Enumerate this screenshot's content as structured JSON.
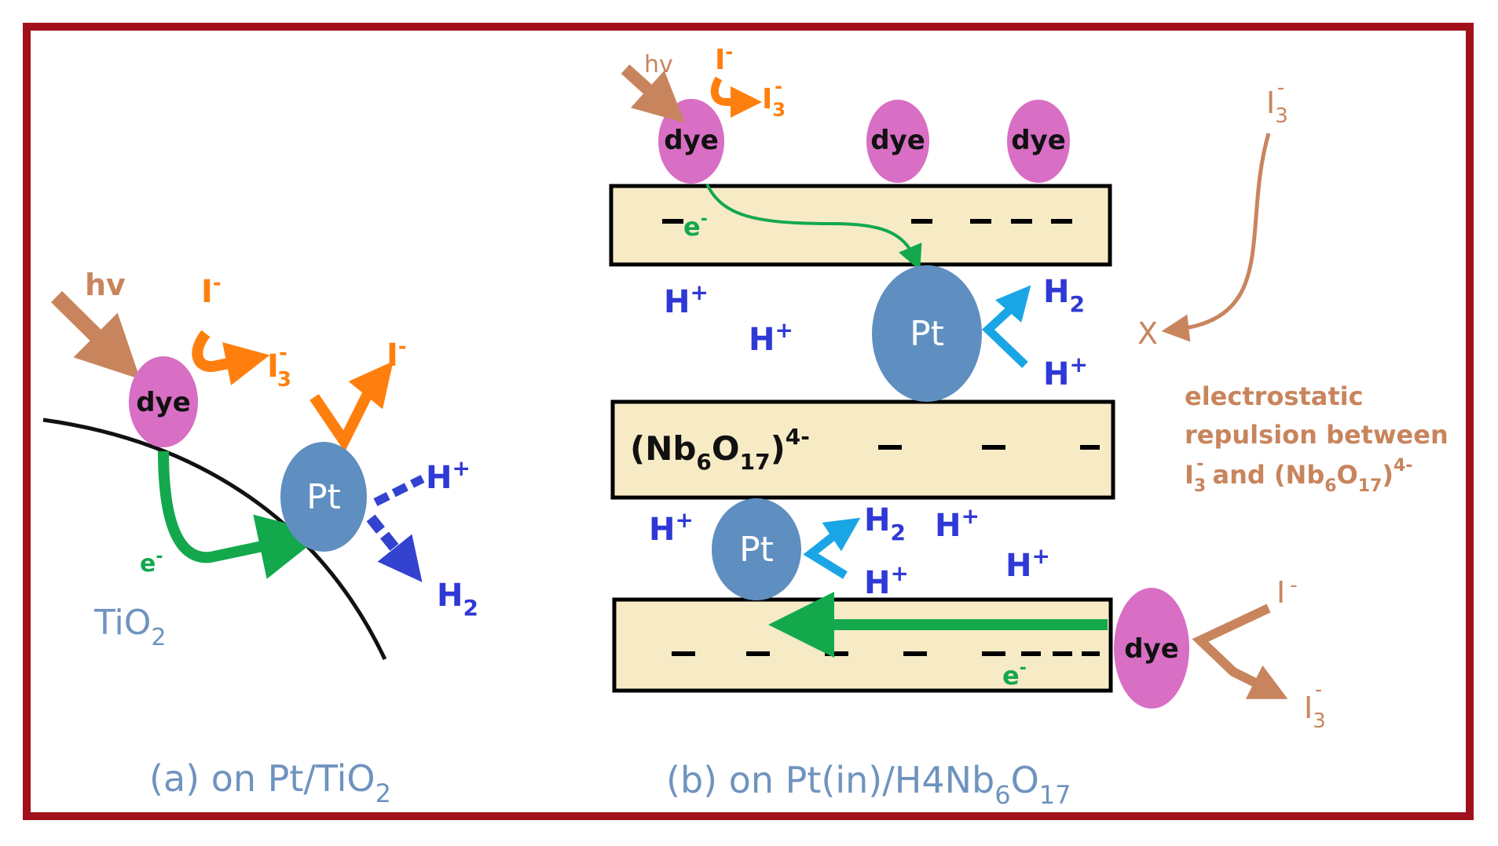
{
  "panel_a": {
    "caption_main": "(a) on Pt/TiO",
    "caption_sub": "2",
    "support_main": "TiO",
    "support_sub": "2",
    "dye_label": "dye",
    "pt_label": "Pt",
    "hv": "hv",
    "iodide": "I",
    "iodide_sup": "-",
    "triiodide": "I",
    "triiodide_sub": "3",
    "triiodide_sup": "-",
    "iodide2": "I",
    "iodide2_sup": "-",
    "electron": "e",
    "electron_sup": "-",
    "proton": "H",
    "proton_sup": "+",
    "hydrogen": "H",
    "hydrogen_sub": "2"
  },
  "panel_b": {
    "caption_main": "(b) on Pt(in)/H",
    "caption_s1": "4",
    "caption_m2": "Nb",
    "caption_s2": "6",
    "caption_m3": "O",
    "caption_s3": "17",
    "dye_label": "dye",
    "pt_label": "Pt",
    "hv": "hv",
    "iodide": "I",
    "iodide_sup": "-",
    "triiodide": "I",
    "triiodide_sub": "3",
    "triiodide_sup": "-",
    "electron": "e",
    "electron_sup": "-",
    "proton": "H",
    "proton_sup": "+",
    "hydrogen": "H",
    "hydrogen_sub": "2",
    "sheet_label_a": "(Nb",
    "sheet_label_s1": "6",
    "sheet_label_b": "O",
    "sheet_label_s2": "17",
    "sheet_label_c": ")",
    "sheet_label_sup": "4-",
    "blocked": "X",
    "note_line1": "electrostatic",
    "note_line2": "repulsion between",
    "note_i": "I",
    "note_i_sub": "3",
    "note_i_sup": "-",
    "note_and": " and (Nb",
    "note_s1": "6",
    "note_o": "O",
    "note_s2": "17",
    "note_close": ")",
    "note_sup": "4-"
  },
  "colors": {
    "frame": "#a0111b",
    "dye": "#d86fc4",
    "pt": "#5f8ec0",
    "sheet": "#f7ebc6",
    "electron_path": "#13a84c",
    "iodide_arrow": "#ff7f0e",
    "light_arrow": "#c8855d",
    "proton_text": "#2f39d6",
    "h2_arrow_a": "#3442d0",
    "h2_arrow_b": "#1aa6e6"
  }
}
